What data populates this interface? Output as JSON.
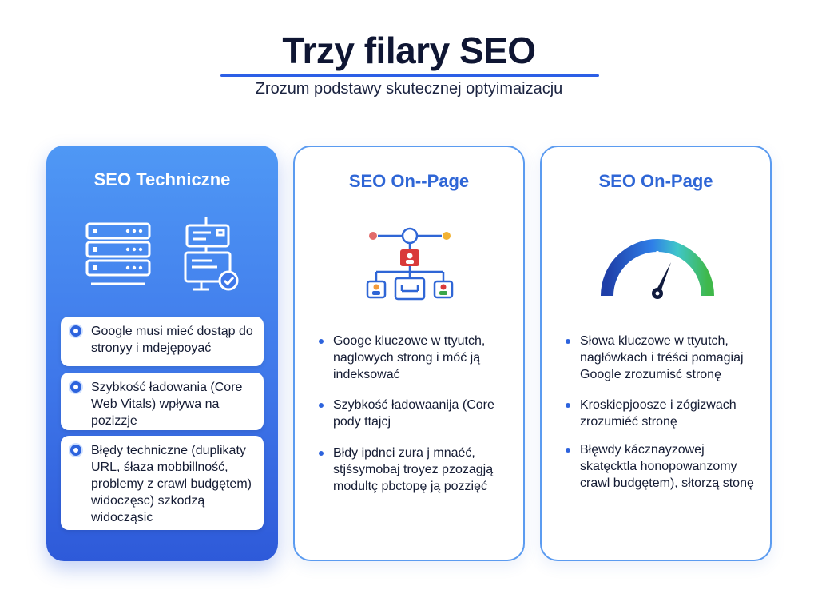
{
  "header": {
    "title": "Trzy filary SEO",
    "subtitle": "Zrozum podstawy skutecznej optyimaizacju"
  },
  "cards": [
    {
      "title": "SEO Techniczne",
      "icons": [
        "server-rack-icon",
        "sitemap-check-icon"
      ],
      "items": [
        "Google musi mieć dostąp do stronyy i mdejępoyać",
        "Szybkość ładowania (Core Web Vitals) wpływa na pozizzje",
        "Błędy techniczne (duplikaty URL, śłaza mobbillność, problemy z crawl budgętem) widoczęsc) szkodzą widocząsic"
      ]
    },
    {
      "title": "SEO On--Page",
      "icons": [
        "content-hierarchy-icon"
      ],
      "items": [
        "Googe kluczowe w ttyutch, naglowych strong i móć ją indeksować",
        "Szybkość ładowaanija (Core pody ttajcj",
        "Błdy ipdnci zura j mnaéć, stjśsymobaj troyez pzozagją modultç pbctopę ją pozzięć"
      ]
    },
    {
      "title": "SEO On-Page",
      "icons": [
        "speedometer-gauge-icon"
      ],
      "items": [
        "Słowa kluczowe w ttyutch, nagłówkach i tréści pomagiaj Google zrozumisć stronę",
        "Kroskiepjoosze i zógizwach zrozumiéć stronę",
        "Błęwdy kácznayzowej skatęcktla honopowanzomy crawl budgętem), słtorzą stonę"
      ]
    }
  ],
  "colors": {
    "accent": "#2c5fe6",
    "card_gradient_top": "#4f98f5",
    "card_gradient_bottom": "#2e5ad9",
    "card_border": "#5b9bf0",
    "title_text": "#0f1633"
  }
}
